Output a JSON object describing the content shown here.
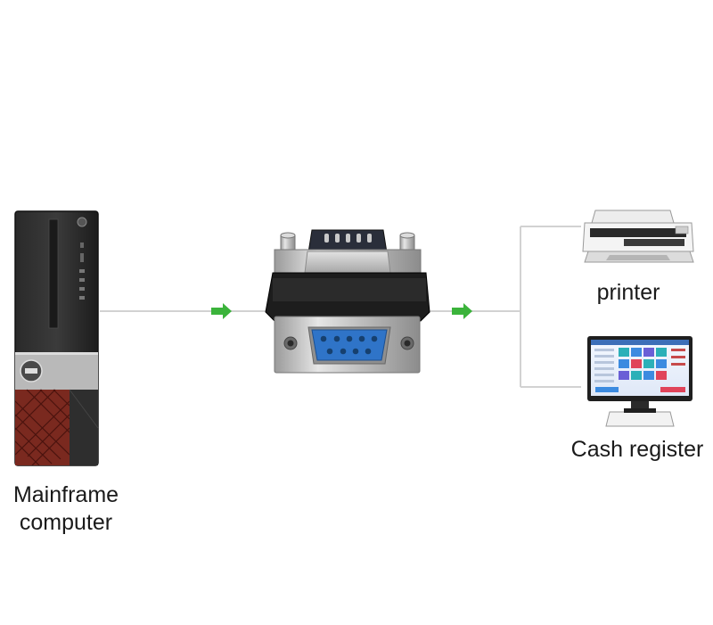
{
  "labels": {
    "mainframe_line1": "Mainframe",
    "mainframe_line2": "computer",
    "printer": "printer",
    "cash_register": "Cash register"
  },
  "colors": {
    "arrow": "#3bb33b",
    "connector_line": "#cfcfcf",
    "db9_socket": "#2f74c8",
    "tower_accent": "#8a2a1e"
  },
  "icons": {
    "source": "desktop-tower-icon",
    "adapter": "db9-right-angle-adapter-icon",
    "output_1": "printer-icon",
    "output_2": "pos-terminal-icon"
  }
}
